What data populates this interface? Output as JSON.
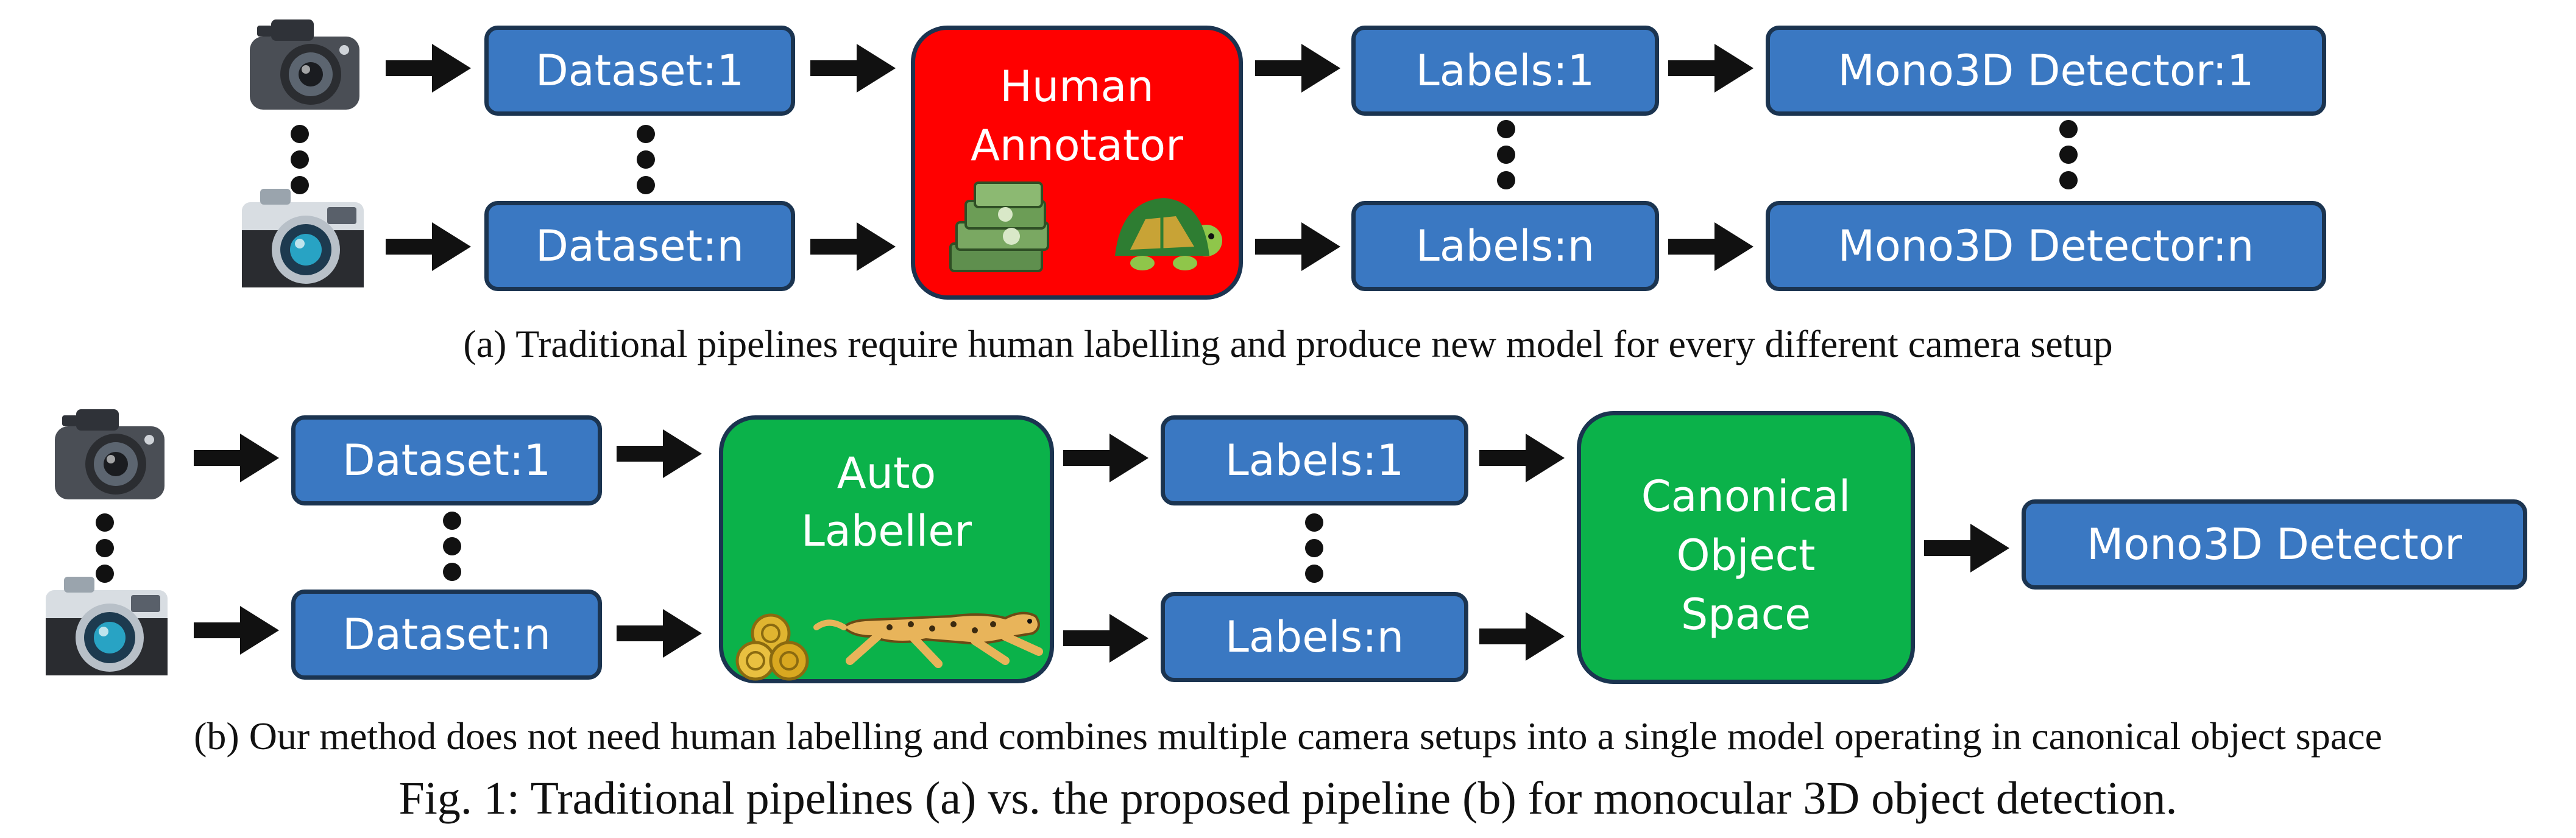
{
  "top": {
    "dataset_1": "Dataset:1",
    "dataset_n": "Dataset:n",
    "annotator_line1": "Human",
    "annotator_line2": "Annotator",
    "labels_1": "Labels:1",
    "labels_n": "Labels:n",
    "detector_1": "Mono3D Detector:1",
    "detector_n": "Mono3D Detector:n",
    "caption": "(a) Traditional pipelines require human labelling and produce new model for every different camera setup"
  },
  "bottom": {
    "dataset_1": "Dataset:1",
    "dataset_n": "Dataset:n",
    "labeller_line1": "Auto",
    "labeller_line2": "Labeller",
    "labels_1": "Labels:1",
    "labels_n": "Labels:n",
    "canonical_line1": "Canonical",
    "canonical_line2": "Object",
    "canonical_line3": "Space",
    "detector": "Mono3D Detector",
    "caption": "(b) Our method does not need human labelling and combines multiple camera setups into a single model operating in canonical object space"
  },
  "figure_caption": "Fig. 1: Traditional pipelines (a) vs. the proposed pipeline (b) for monocular 3D object detection.",
  "colors": {
    "box_blue": "#3a78c2",
    "box_border": "#1b3450",
    "annotator_red": "#ff0000",
    "labeller_green": "#0bb24a"
  },
  "icons": [
    "camera-dark-icon",
    "camera-retro-icon",
    "money-stack-icon",
    "turtle-icon",
    "gold-coins-icon",
    "cheetah-icon",
    "arrow-right-icon",
    "vertical-ellipsis-icon"
  ]
}
